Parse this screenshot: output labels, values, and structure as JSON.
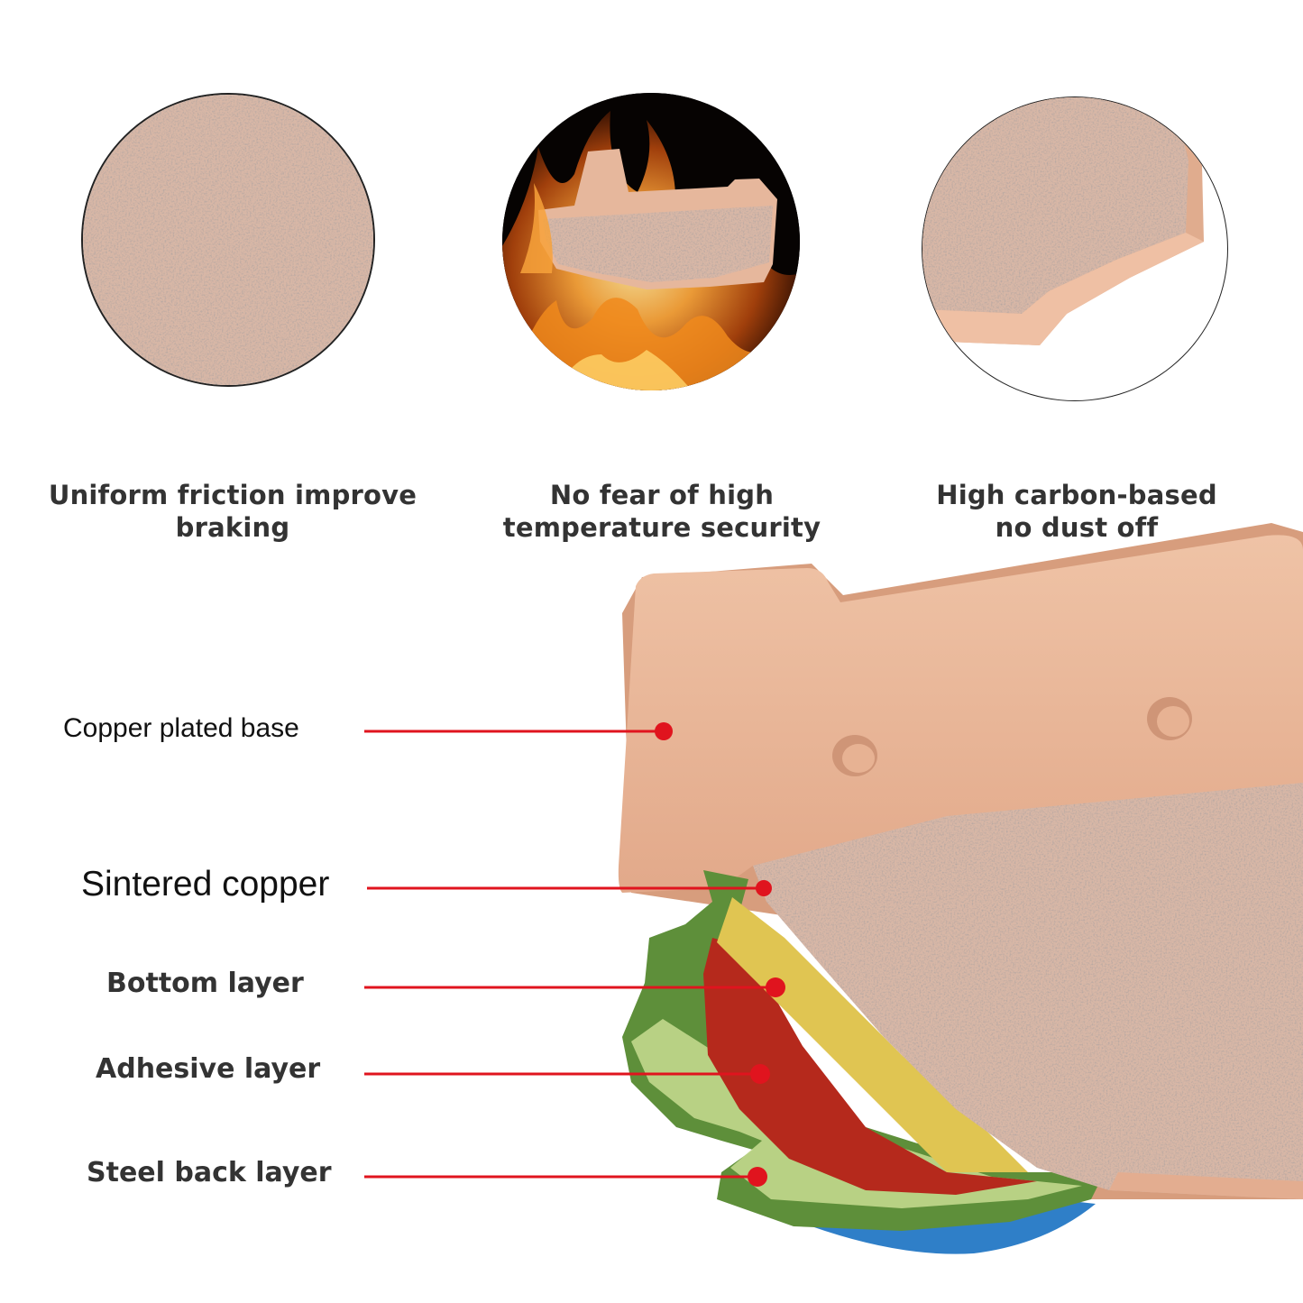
{
  "features": [
    {
      "caption_line1": "Uniform friction improve",
      "caption_line2": "braking",
      "icon": "friction-texture-icon"
    },
    {
      "caption_line1": "No fear of high",
      "caption_line2": "temperature security",
      "icon": "flame-pad-icon"
    },
    {
      "caption_line1": "High carbon-based",
      "caption_line2": "no dust off",
      "icon": "pad-edge-icon"
    }
  ],
  "layers": {
    "base": "Copper plated base",
    "sintered": "Sintered copper",
    "bottom": "Bottom layer",
    "adhesive": "Adhesive layer",
    "steel": "Steel back layer"
  },
  "colors": {
    "copper": "#e8b598",
    "friction": "#b99b8e",
    "yellow": "#e0c552",
    "red": "#b5291c",
    "green": "#5e8f3a",
    "blue": "#2f7fc8",
    "leader": "#e0141e"
  }
}
